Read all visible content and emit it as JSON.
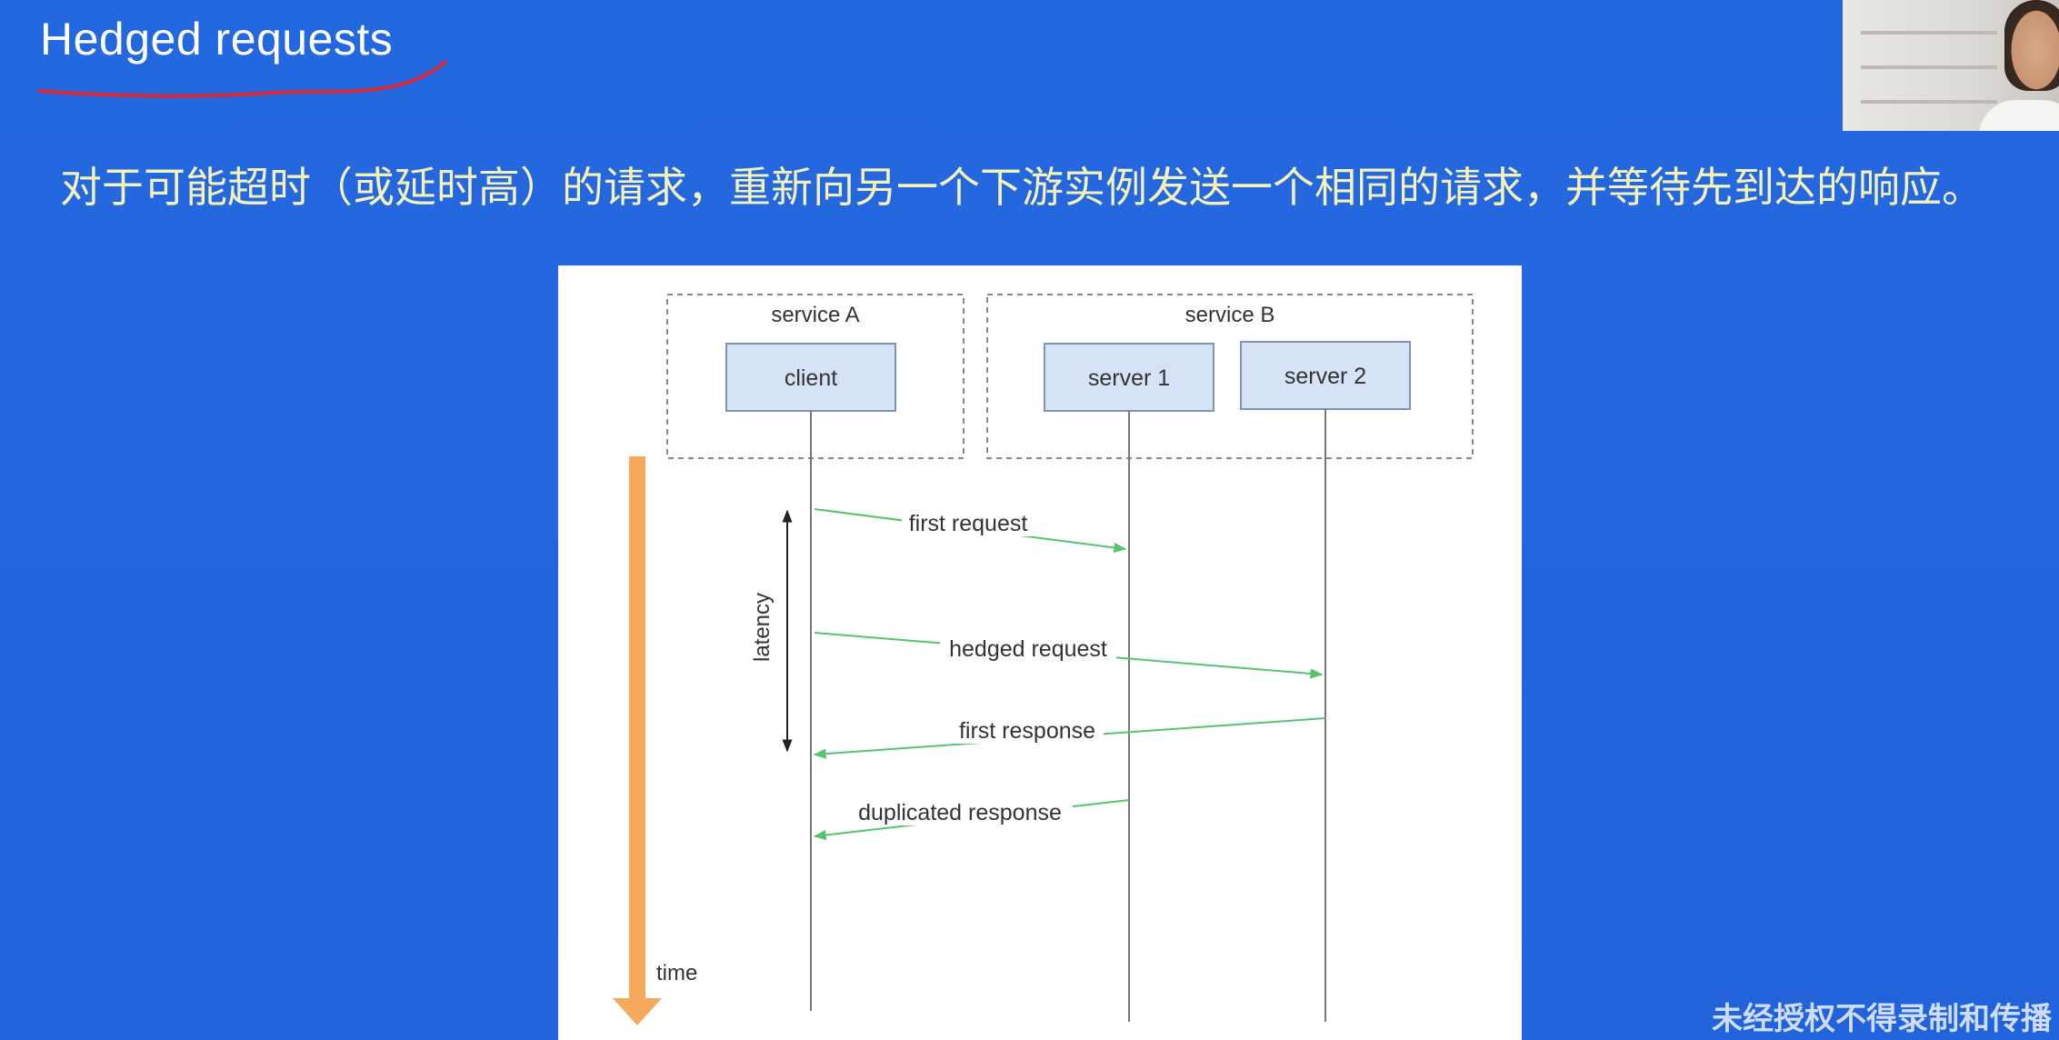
{
  "slide": {
    "title": "Hedged requests",
    "subtitle": "对于可能超时（或延时高）的请求，重新向另一个下游实例发送一个相同的请求，并等待先到达的响应。",
    "watermark": "未经授权不得录制和传播"
  },
  "diagram": {
    "group_a": "service A",
    "group_b": "service B",
    "client": "client",
    "server1": "server 1",
    "server2": "server 2",
    "latency": "latency",
    "time": "time",
    "messages": [
      "first request",
      "hedged request",
      "first response",
      "duplicated response"
    ]
  },
  "colors": {
    "background": "#2466de",
    "subtitle": "#f3f2b8",
    "arrow": "#55c46a",
    "time_arrow": "#f5a95a",
    "box_fill": "#d6e2f5",
    "underline": "#d8293a"
  }
}
